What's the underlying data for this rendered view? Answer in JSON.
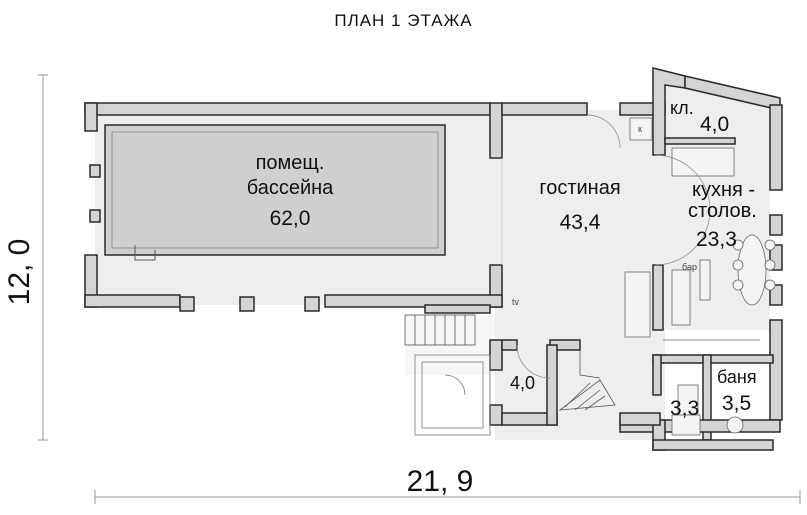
{
  "title": "ПЛАН  1  ЭТАЖА",
  "dimensions": {
    "width": "21, 9",
    "height": "12, 0"
  },
  "rooms": {
    "pool": {
      "name_line1": "помещ.",
      "name_line2": "бассейна",
      "area": "62,0"
    },
    "living": {
      "name": "гостиная",
      "area": "43,4"
    },
    "kitchen": {
      "name_line1": "кухня -",
      "name_line2": "столов.",
      "area": "23,3"
    },
    "pantry": {
      "name": "кл.",
      "area": "4,0"
    },
    "storage": {
      "area": "4,0"
    },
    "bath": {
      "area": "3,3"
    },
    "sauna": {
      "name": "баня",
      "area": "3,5"
    }
  },
  "fixtures": {
    "bar": "бар",
    "tv": "tv",
    "boiler": "к"
  },
  "colors": {
    "wall_fill": "#d4d4d4",
    "wall_stroke": "#2a2a2a",
    "pool_fill": "#cfcfcf",
    "floor_fill": "#eeeeee",
    "dim_line": "#9a9a9a"
  }
}
